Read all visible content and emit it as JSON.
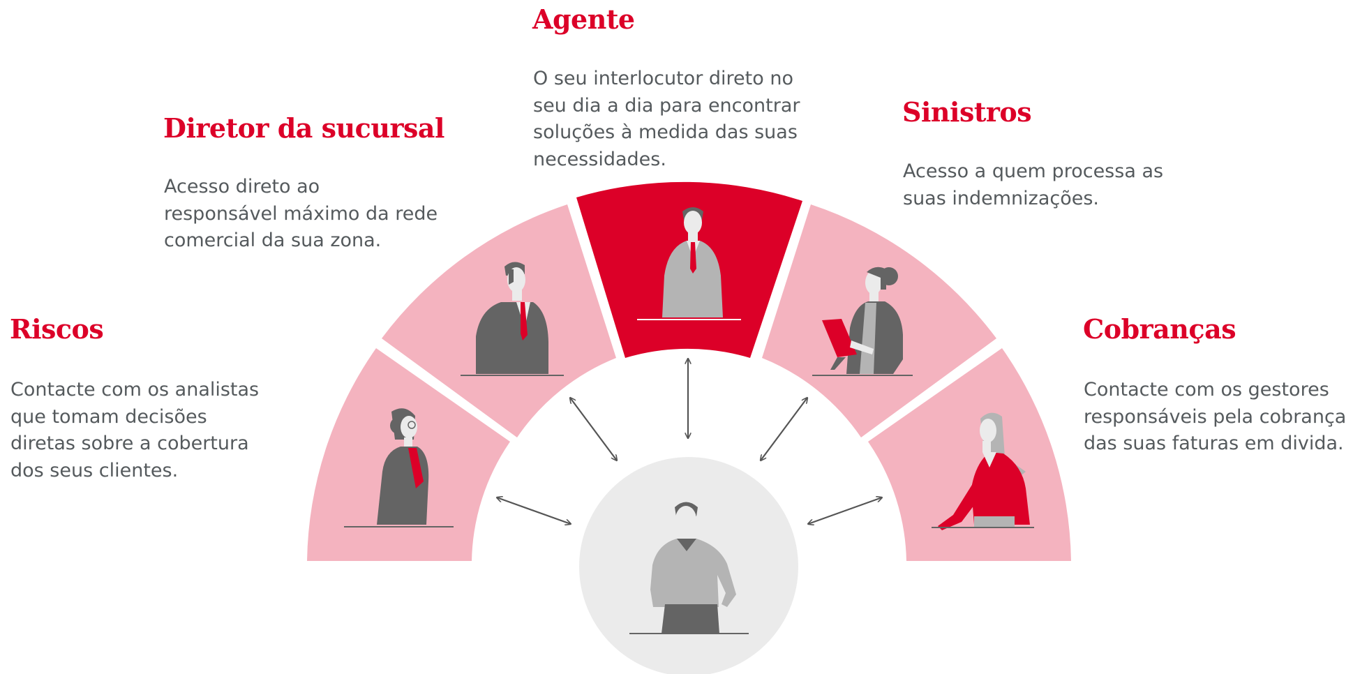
{
  "roles": [
    {
      "id": "riscos",
      "title": "Riscos",
      "description": "Contacte com os analistas\nque tomam decisões\ndiretas sobre a cobertura\ndos seus clientes.",
      "icon": "woman-with-glasses-icon",
      "highlighted": false
    },
    {
      "id": "diretor",
      "title": "Diretor da sucursal",
      "description": "Acesso direto ao\nresponsável máximo da rede\ncomercial da sua zona.",
      "icon": "man-in-suit-icon",
      "highlighted": false
    },
    {
      "id": "agente",
      "title": "Agente",
      "description": "O seu interlocutor direto no\nseu dia a dia para encontrar\nsoluções à medida das suas\nnecessidades.",
      "icon": "agent-man-icon",
      "highlighted": true
    },
    {
      "id": "sinistros",
      "title": "Sinistros",
      "description": "Acesso a quem processa as\nsuas indemnizações.",
      "icon": "woman-with-tablet-icon",
      "highlighted": false
    },
    {
      "id": "cobrancas",
      "title": "Cobranças",
      "description": "Contacte com os gestores\nresponsáveis pela cobrança\ndas suas faturas em divida.",
      "icon": "woman-in-red-icon",
      "highlighted": false
    }
  ],
  "center": {
    "icon": "client-person-icon"
  },
  "colors": {
    "accent_red": "#dc0028",
    "segment_pink": "#f4b3bf",
    "text_grey": "#555a5d",
    "center_circle": "#ebebeb",
    "figure_dark": "#646464",
    "figure_light": "#b4b4b4",
    "arrow": "#555555"
  }
}
